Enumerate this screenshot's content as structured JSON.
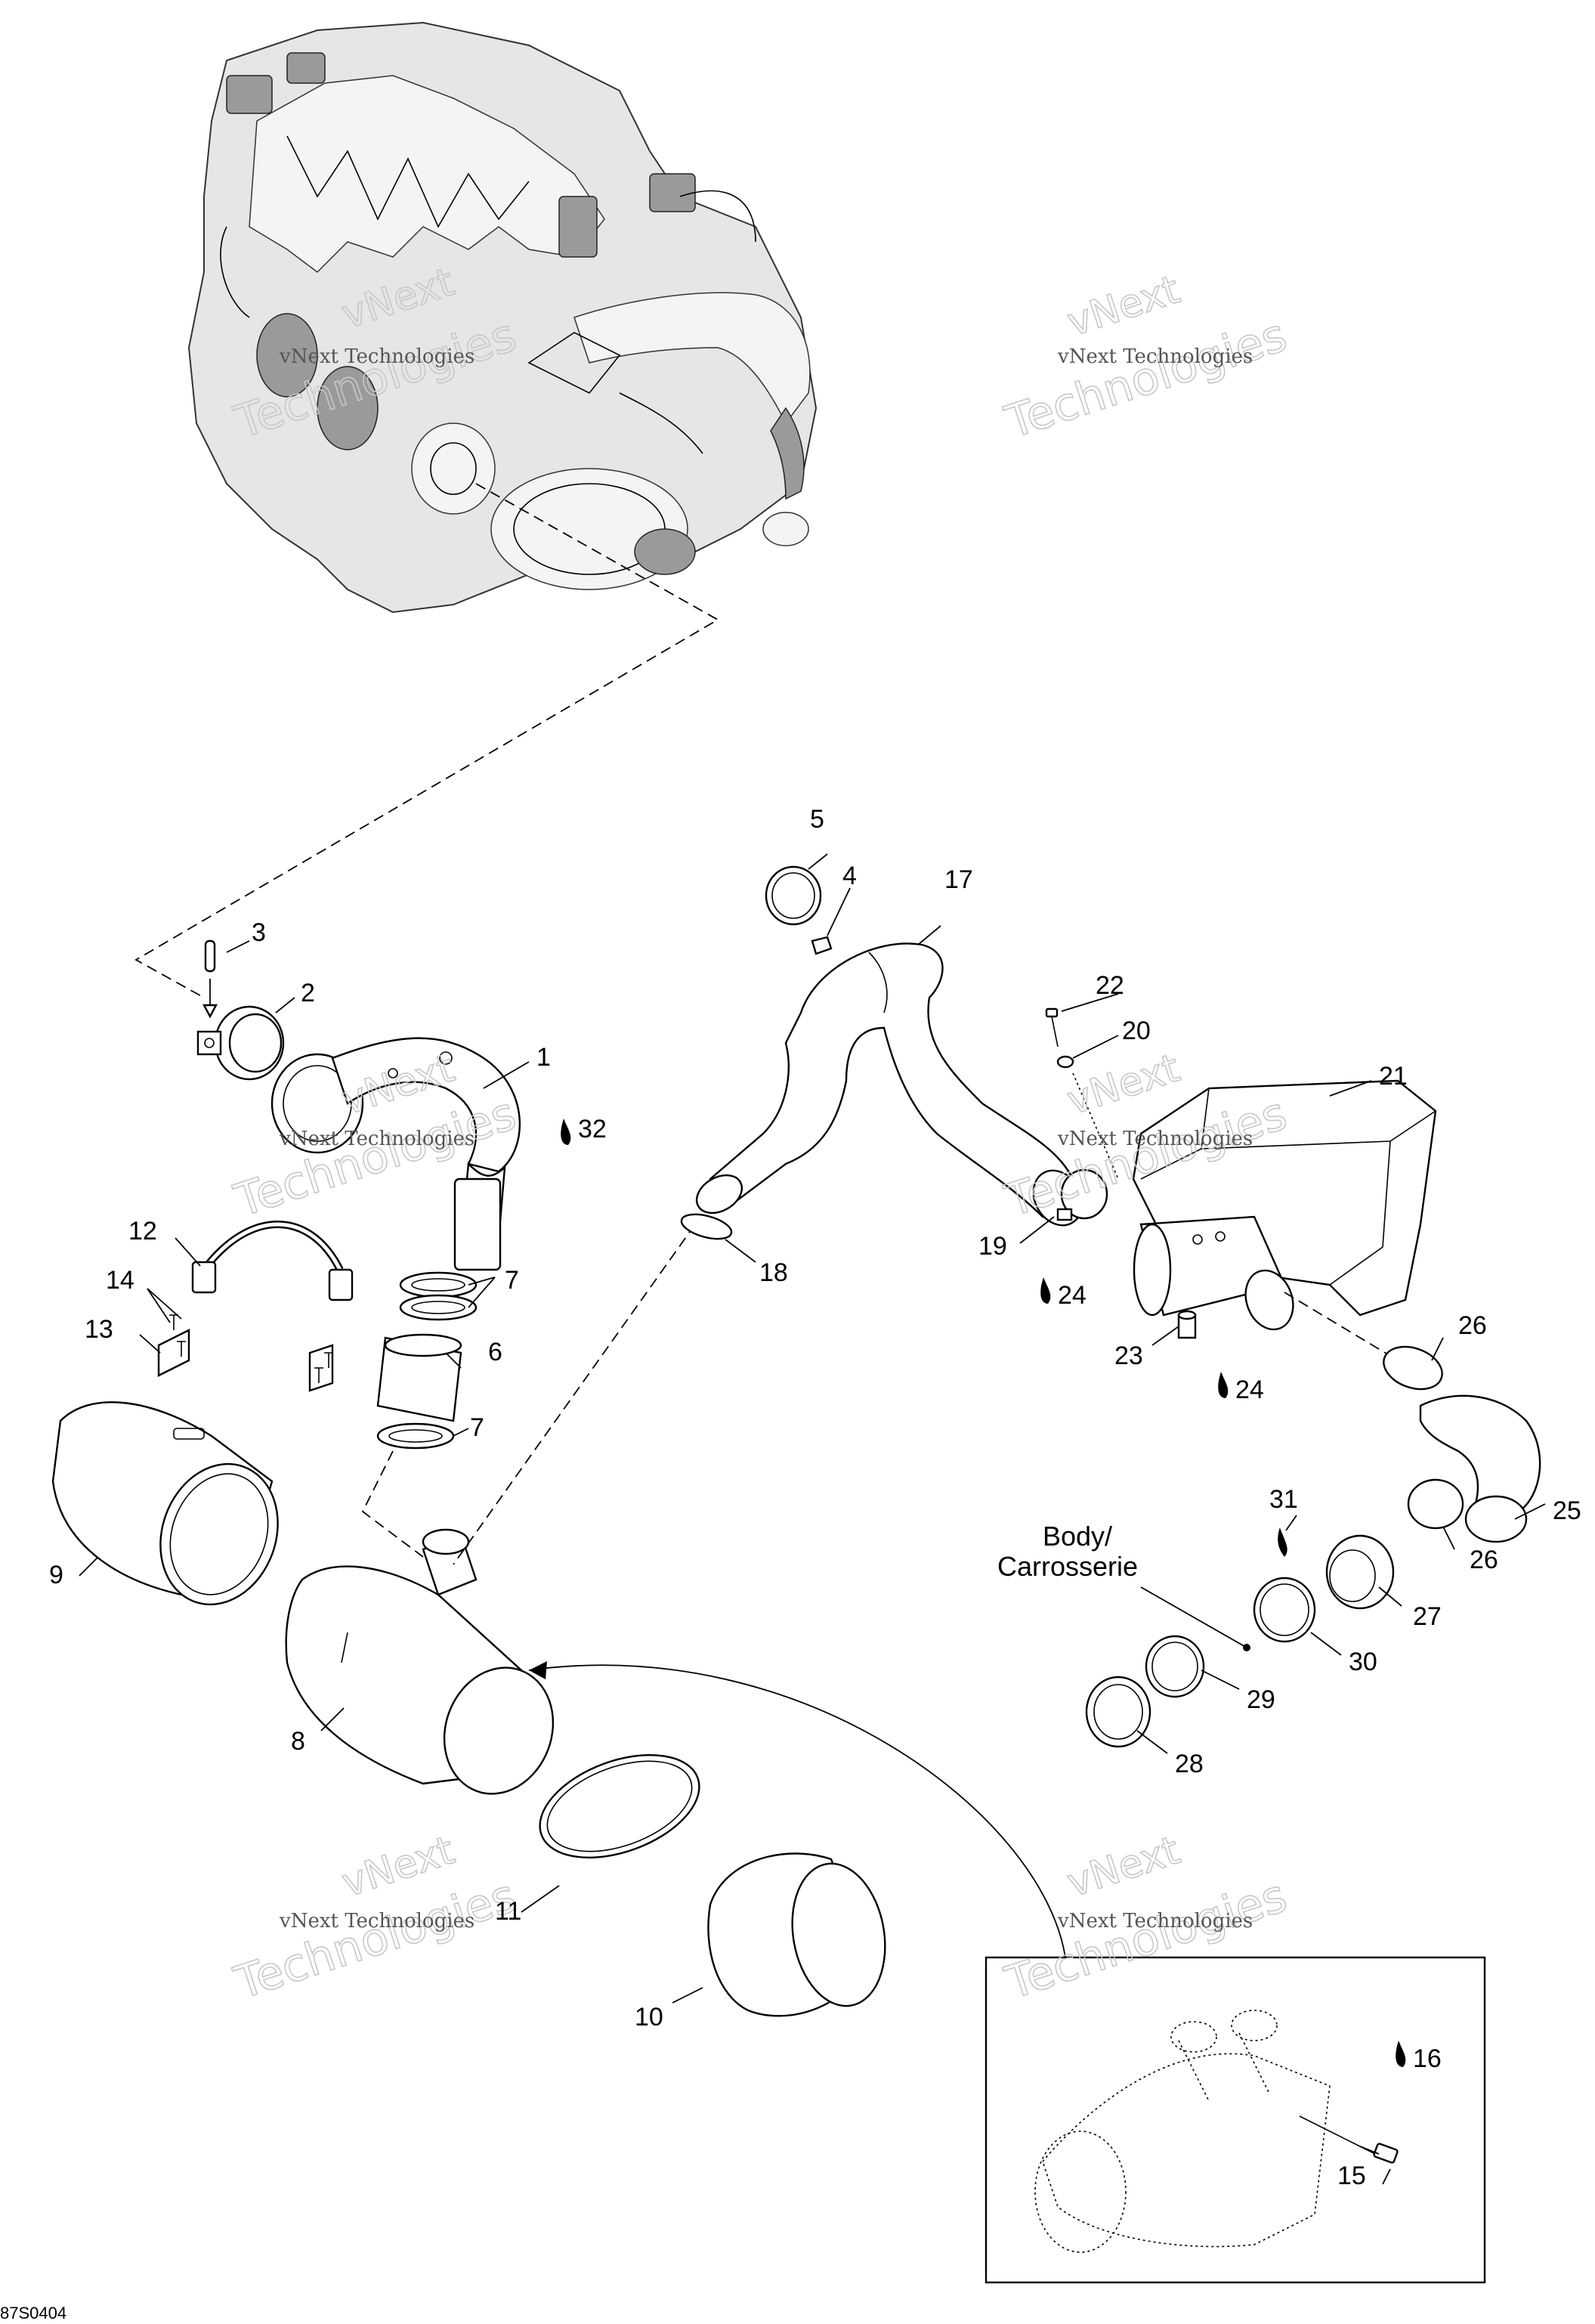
{
  "diagram_code": "87S0404",
  "watermark": {
    "line1": "vNext",
    "line2": "Technologies",
    "small": "vNext Technologies"
  },
  "body_label": {
    "line1": "Body/",
    "line2": "Carrosserie"
  },
  "callouts": [
    {
      "id": "1",
      "text": "1"
    },
    {
      "id": "2",
      "text": "2"
    },
    {
      "id": "3",
      "text": "3"
    },
    {
      "id": "4",
      "text": "4"
    },
    {
      "id": "5",
      "text": "5"
    },
    {
      "id": "6",
      "text": "6"
    },
    {
      "id": "7a",
      "text": "7"
    },
    {
      "id": "7b",
      "text": "7"
    },
    {
      "id": "8",
      "text": "8"
    },
    {
      "id": "9",
      "text": "9"
    },
    {
      "id": "10",
      "text": "10"
    },
    {
      "id": "11",
      "text": "11"
    },
    {
      "id": "12",
      "text": "12"
    },
    {
      "id": "13",
      "text": "13"
    },
    {
      "id": "14",
      "text": "14"
    },
    {
      "id": "15",
      "text": "15"
    },
    {
      "id": "16",
      "text": "16"
    },
    {
      "id": "17",
      "text": "17"
    },
    {
      "id": "18",
      "text": "18"
    },
    {
      "id": "19",
      "text": "19"
    },
    {
      "id": "20",
      "text": "20"
    },
    {
      "id": "21",
      "text": "21"
    },
    {
      "id": "22",
      "text": "22"
    },
    {
      "id": "23",
      "text": "23"
    },
    {
      "id": "24a",
      "text": "24"
    },
    {
      "id": "24b",
      "text": "24"
    },
    {
      "id": "25",
      "text": "25"
    },
    {
      "id": "26a",
      "text": "26"
    },
    {
      "id": "26b",
      "text": "26"
    },
    {
      "id": "27",
      "text": "27"
    },
    {
      "id": "28",
      "text": "28"
    },
    {
      "id": "29",
      "text": "29"
    },
    {
      "id": "30",
      "text": "30"
    },
    {
      "id": "31",
      "text": "31"
    },
    {
      "id": "32",
      "text": "32"
    }
  ]
}
